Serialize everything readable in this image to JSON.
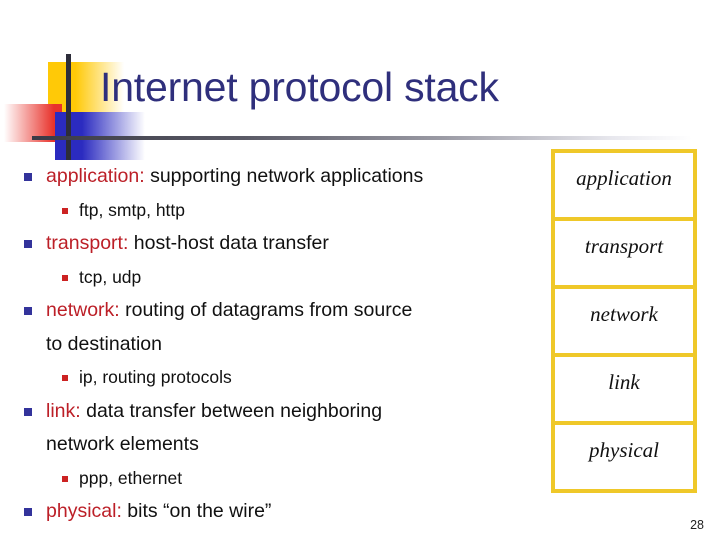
{
  "slide": {
    "title": "Internet protocol stack",
    "page_number": "28",
    "title_color": "#2F2F7C",
    "keyword_color": "#BC1F27",
    "bullet1_color": "#33339B",
    "bullet2_color": "#CC2222",
    "stack_border_color": "#EFC829"
  },
  "logo": {
    "yellow": "#FFC907",
    "red": "#E8322B",
    "blue": "#2B2BC0",
    "line": "#2D2D3A"
  },
  "bullets": [
    {
      "level": 1,
      "keyword": "application:",
      "text": " supporting network applications",
      "continuation": null
    },
    {
      "level": 2,
      "keyword": "",
      "text": "ftp, smtp, http",
      "continuation": null
    },
    {
      "level": 1,
      "keyword": "transport:",
      "text": " host-host data transfer",
      "continuation": null
    },
    {
      "level": 2,
      "keyword": "",
      "text": "tcp, udp",
      "continuation": null
    },
    {
      "level": 1,
      "keyword": "network:",
      "text": " routing of datagrams from source",
      "continuation": "to destination"
    },
    {
      "level": 2,
      "keyword": "",
      "text": "ip, routing protocols",
      "continuation": null
    },
    {
      "level": 1,
      "keyword": "link:",
      "text": " data transfer between neighboring",
      "continuation": "network elements"
    },
    {
      "level": 2,
      "keyword": "",
      "text": "ppp, ethernet",
      "continuation": null
    },
    {
      "level": 1,
      "keyword": "physical:",
      "text": " bits “on the wire”",
      "continuation": null
    }
  ],
  "stack_layers": [
    {
      "label": "application"
    },
    {
      "label": "transport"
    },
    {
      "label": "network"
    },
    {
      "label": "link"
    },
    {
      "label": "physical"
    }
  ]
}
